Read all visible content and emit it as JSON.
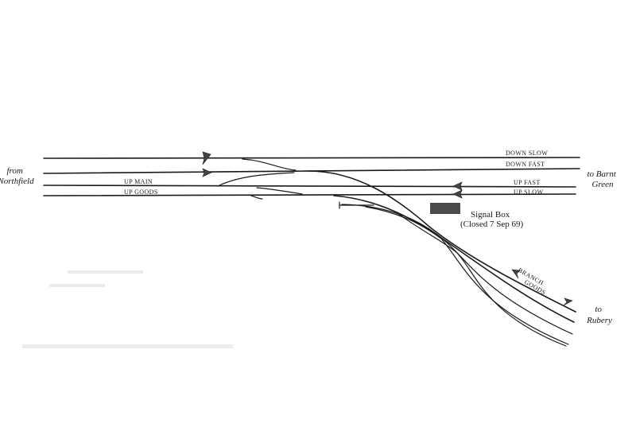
{
  "labels": {
    "down_slow": "DOWN SLOW",
    "down_fast": "DOWN FAST",
    "up_main": "UP MAIN",
    "up_goods": "UP GOODS",
    "up_fast": "UP FAST",
    "up_slow": "UP SLOW",
    "branch": "BRANCH",
    "goods": "GOODS",
    "from_line1": "from",
    "from_line2": "Northfield",
    "to_barnt_line1": "to Barnt",
    "to_barnt_line2": "Green",
    "to_rubery_line1": "to",
    "to_rubery_line2": "Rubery",
    "signal_box": "Signal Box",
    "signal_box_closed": "(Closed 7 Sep 69)"
  },
  "colors": {
    "ink": "#1a1a1a",
    "signal_box_fill": "#4a4a4a",
    "background": "#ffffff",
    "faint_text": "#d6d6d6"
  }
}
